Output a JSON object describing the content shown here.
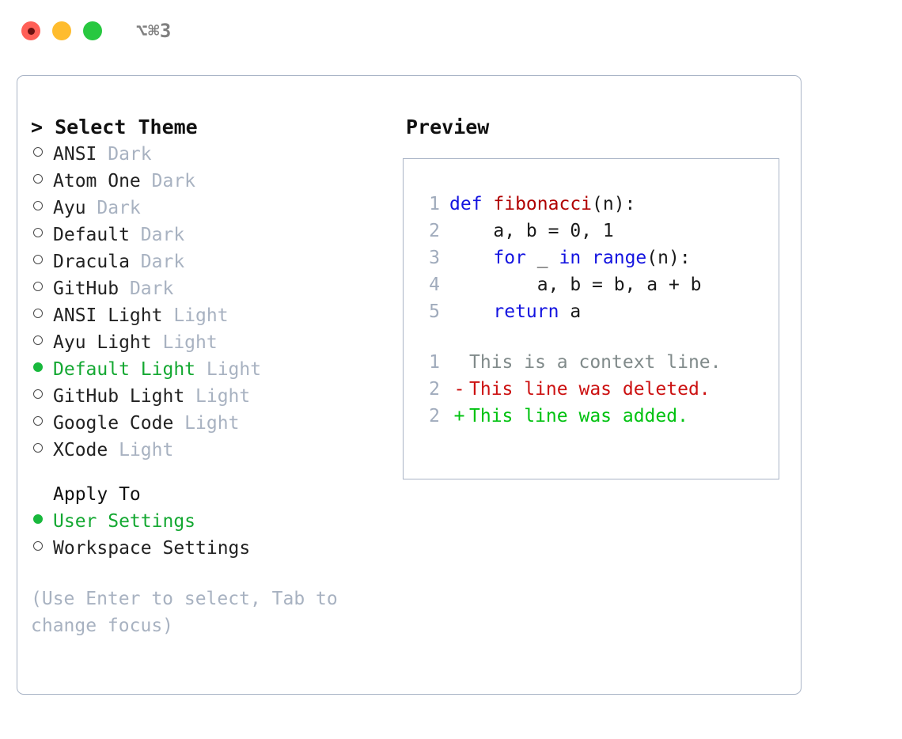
{
  "window": {
    "title": "⌥⌘3",
    "traffic_lights": [
      {
        "name": "close",
        "color": "#ff5f57"
      },
      {
        "name": "minimize",
        "color": "#febc2e"
      },
      {
        "name": "maximize",
        "color": "#28c840"
      }
    ]
  },
  "theme_picker": {
    "header": "> Select Theme",
    "selected_index": 8,
    "items": [
      {
        "marker": "o",
        "name": "ANSI",
        "variant": "Dark",
        "selected": false
      },
      {
        "marker": "o",
        "name": "Atom One",
        "variant": "Dark",
        "selected": false
      },
      {
        "marker": "o",
        "name": "Ayu",
        "variant": "Dark",
        "selected": false
      },
      {
        "marker": "o",
        "name": "Default",
        "variant": "Dark",
        "selected": false
      },
      {
        "marker": "o",
        "name": "Dracula",
        "variant": "Dark",
        "selected": false
      },
      {
        "marker": "o",
        "name": "GitHub",
        "variant": "Dark",
        "selected": false
      },
      {
        "marker": "o",
        "name": "ANSI Light",
        "variant": "Light",
        "selected": false
      },
      {
        "marker": "o",
        "name": "Ayu Light",
        "variant": "Light",
        "selected": false
      },
      {
        "marker": "●",
        "name": "Default Light",
        "variant": "Light",
        "selected": true
      },
      {
        "marker": "o",
        "name": "GitHub Light",
        "variant": "Light",
        "selected": false
      },
      {
        "marker": "o",
        "name": "Google Code",
        "variant": "Light",
        "selected": false
      },
      {
        "marker": "o",
        "name": "XCode",
        "variant": "Light",
        "selected": false
      }
    ]
  },
  "apply_to": {
    "header": "Apply To",
    "items": [
      {
        "marker": "●",
        "label": "User Settings",
        "selected": true
      },
      {
        "marker": "o",
        "label": "Workspace Settings",
        "selected": false
      }
    ]
  },
  "hint": "(Use Enter to select, Tab to change focus)",
  "preview": {
    "header": "Preview",
    "code": [
      {
        "lineno": "1",
        "tokens": [
          {
            "text": "def ",
            "kind": "kw"
          },
          {
            "text": "fibonacci",
            "kind": "fn"
          },
          {
            "text": "(n):",
            "kind": "plain"
          }
        ]
      },
      {
        "lineno": "2",
        "tokens": [
          {
            "text": "    a, b = 0, 1",
            "kind": "plain"
          }
        ]
      },
      {
        "lineno": "3",
        "tokens": [
          {
            "text": "    ",
            "kind": "plain"
          },
          {
            "text": "for",
            "kind": "kw"
          },
          {
            "text": " _ ",
            "kind": "plain"
          },
          {
            "text": "in",
            "kind": "kw"
          },
          {
            "text": " ",
            "kind": "plain"
          },
          {
            "text": "range",
            "kind": "bn"
          },
          {
            "text": "(n):",
            "kind": "plain"
          }
        ]
      },
      {
        "lineno": "4",
        "tokens": [
          {
            "text": "        a, b = b, a + b",
            "kind": "plain"
          }
        ]
      },
      {
        "lineno": "5",
        "tokens": [
          {
            "text": "    ",
            "kind": "plain"
          },
          {
            "text": "return",
            "kind": "kw"
          },
          {
            "text": " a",
            "kind": "plain"
          }
        ]
      }
    ],
    "diff": [
      {
        "lineno": "1",
        "marker": " ",
        "text": "This is a context line.",
        "kind": "ctx"
      },
      {
        "lineno": "2",
        "marker": "-",
        "text": "This line was deleted.",
        "kind": "del"
      },
      {
        "lineno": "2",
        "marker": "+",
        "text": "This line was added.",
        "kind": "add"
      }
    ]
  },
  "colors": {
    "accent_green": "#14a832",
    "dot_green": "#18b83c",
    "muted": "#a8b2c1",
    "border": "#a9b4c6",
    "keyword": "#1414e0",
    "function": "#b00000",
    "diff_add": "#00c210",
    "diff_del": "#cc1111",
    "diff_ctx": "#808a8a"
  }
}
